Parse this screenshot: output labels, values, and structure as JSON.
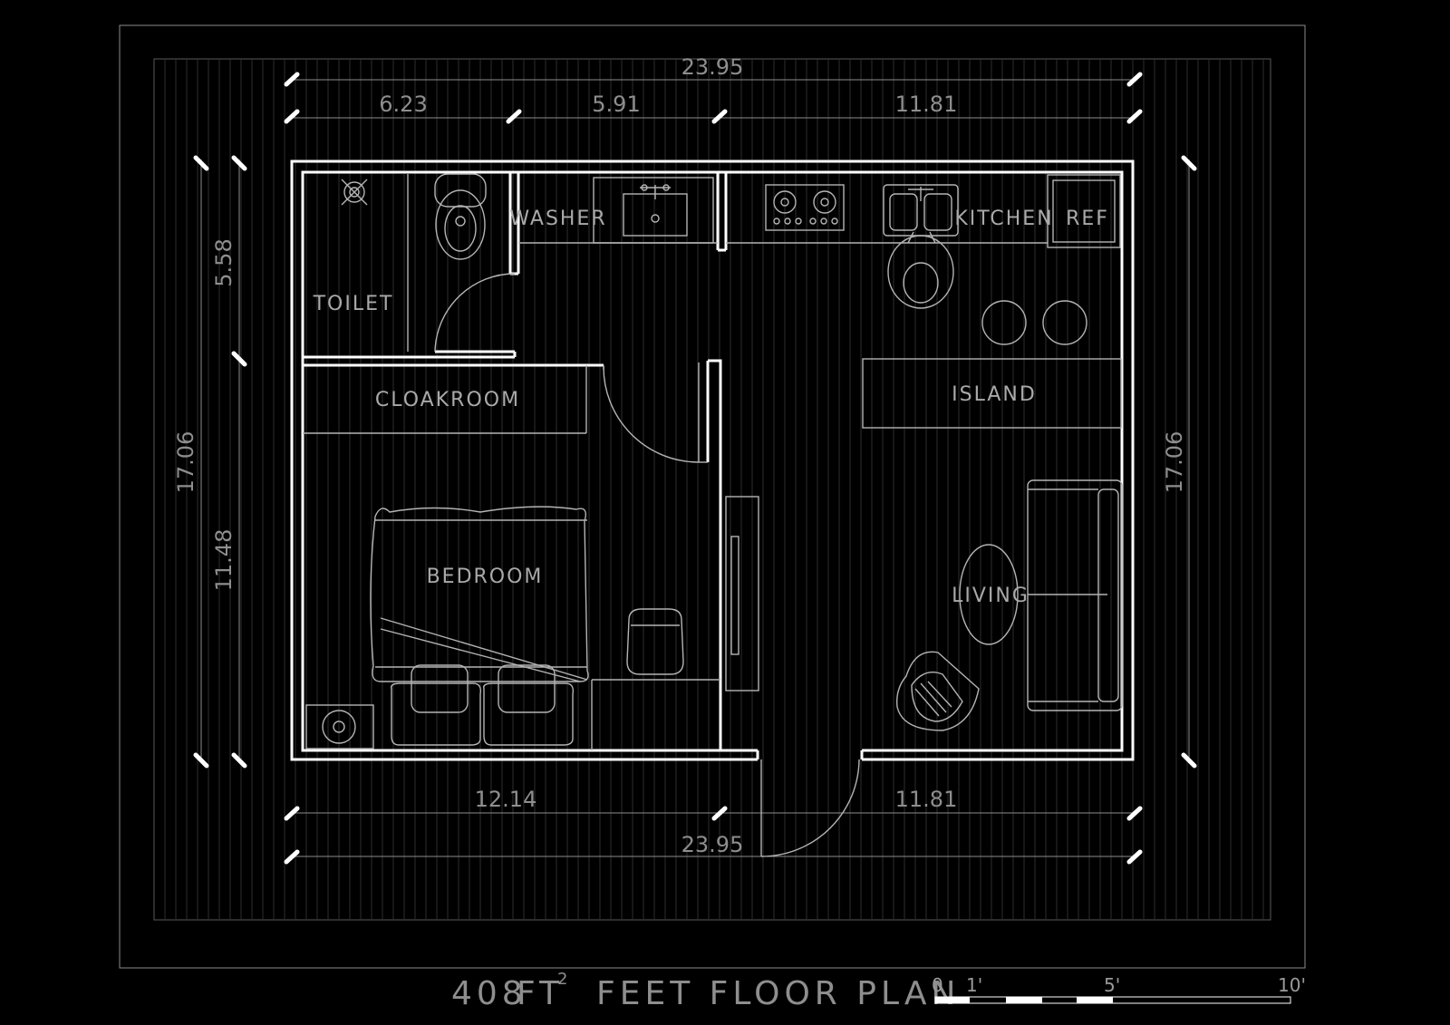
{
  "rooms": {
    "toilet": "TOILET",
    "washer": "WASHER",
    "kitchen": "KITCHEN",
    "ref": "REF",
    "cloakroom": "CLOAKROOM",
    "island": "ISLAND",
    "bedroom": "BEDROOM",
    "living": "LIVING"
  },
  "dimensions": {
    "top_total": "23.95",
    "top_seg_1": "6.23",
    "top_seg_2": "5.91",
    "top_seg_3": "11.81",
    "left_total": "17.06",
    "left_seg_1": "5.58",
    "left_seg_2": "11.48",
    "right_total": "17.06",
    "bottom_seg_1": "12.14",
    "bottom_seg_2": "11.81",
    "bottom_total": "23.95"
  },
  "title": {
    "area": "408",
    "unit": "FT",
    "exponent": "2",
    "text": "FEET FLOOR PLAN"
  },
  "scale_bar": {
    "labels": [
      "0",
      "1'",
      "5'",
      "10'"
    ]
  },
  "colors": {
    "background": "#000000",
    "walls": "#ffffff",
    "linework": "#8c8c8c"
  }
}
